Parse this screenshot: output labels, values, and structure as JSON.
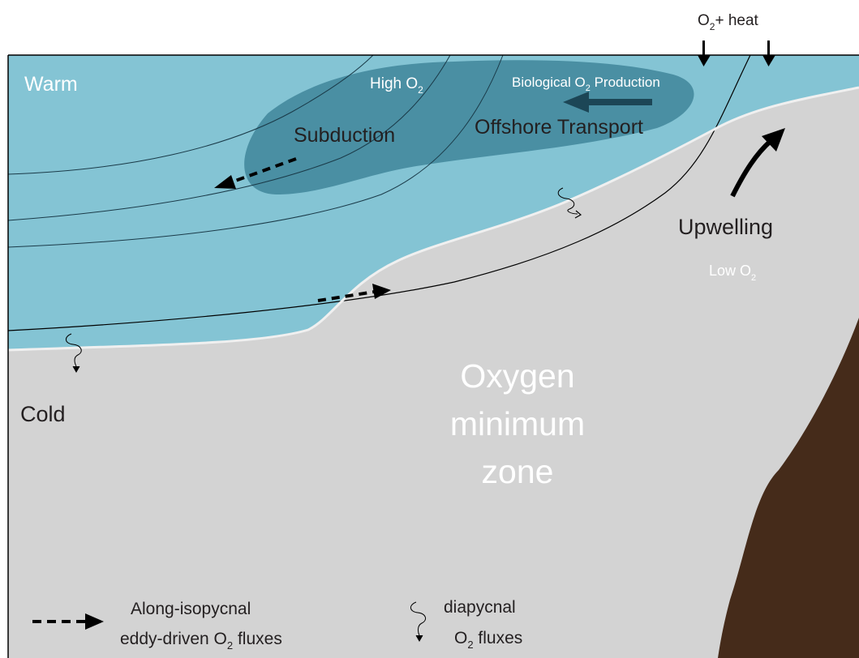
{
  "labels": {
    "top_input": {
      "o": "O",
      "sub": "2",
      "rest": "+ heat"
    },
    "warm": "Warm",
    "cold": "Cold",
    "high_o2": {
      "pre": "High O",
      "sub": "2"
    },
    "bio_production": {
      "pre": "Biological O",
      "sub": "2",
      "post": " Production"
    },
    "offshore_transport": "Offshore Transport",
    "subduction": "Subduction",
    "upwelling": "Upwelling",
    "low_o2": {
      "pre": "Low O",
      "sub": "2"
    },
    "omz": {
      "line1": "Oxygen",
      "line2": "minimum",
      "line3": "zone"
    }
  },
  "legend": {
    "along_isopycnal": {
      "line1": "Along-isopycnal",
      "line2_pre": "eddy-driven O",
      "line2_sub": "2",
      "line2_post": " fluxes"
    },
    "diapycnal": {
      "line1": "diapycnal",
      "line2_pre": "O",
      "line2_sub": "2",
      "line2_post": " fluxes"
    }
  },
  "colors": {
    "warm_water": "#84c4d4",
    "high_o2_water": "#4a8fa3",
    "omz_gray": "#d3d3d3",
    "seafloor": "#452b1a",
    "offshore_arrow": "#1c4656",
    "boundary_line": "#f0f0f0",
    "text_dark": "#231f20",
    "text_light": "#ffffff"
  }
}
